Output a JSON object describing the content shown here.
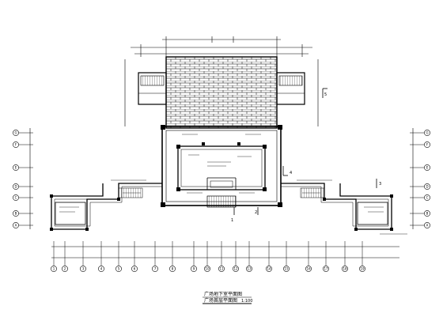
{
  "drawing": {
    "title_line1": "广场地下室平面图",
    "title_line2": "广场首层平面图",
    "scale": "1:100",
    "axes_left": [
      "A",
      "B",
      "C",
      "D",
      "E",
      "F",
      "G"
    ],
    "axes_right": [
      "A",
      "B",
      "C",
      "D",
      "E",
      "F",
      "G"
    ],
    "axes_bottom": [
      "1",
      "2",
      "3",
      "4",
      "5",
      "6",
      "7",
      "8",
      "9",
      "10",
      "11",
      "12",
      "13",
      "14",
      "15",
      "16",
      "17",
      "18",
      "19"
    ],
    "section_marks": [
      "5",
      "4",
      "3",
      "2",
      "1"
    ]
  }
}
